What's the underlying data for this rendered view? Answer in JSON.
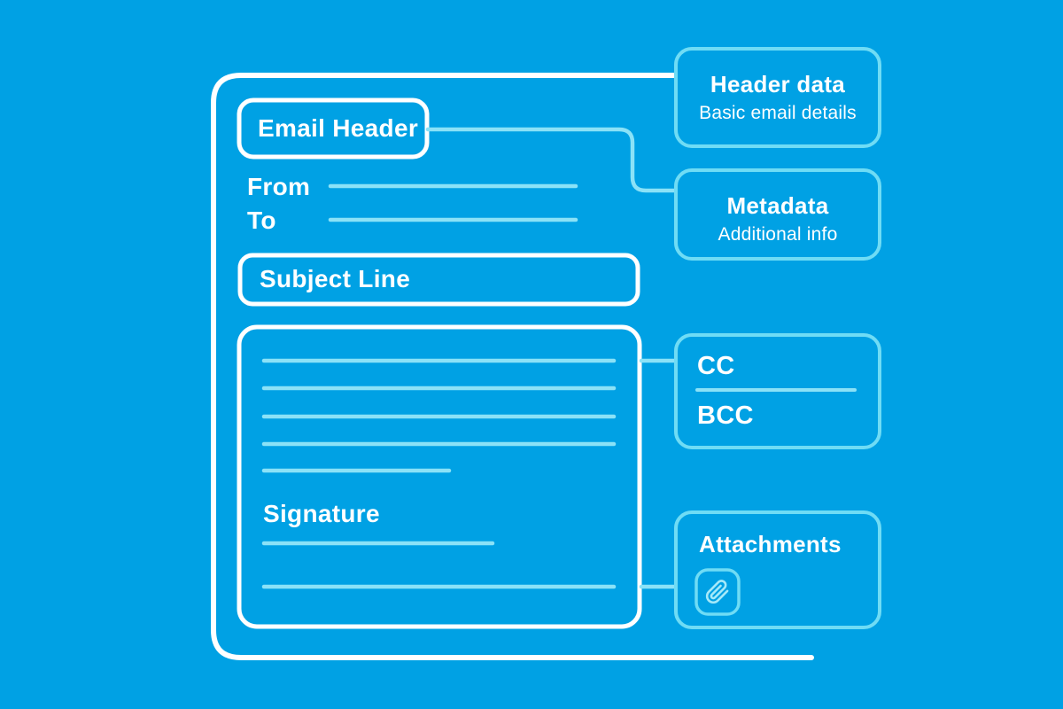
{
  "colors": {
    "background": "#00A1E4",
    "stroke_white": "#FFFFFF",
    "accent_cyan": "#8BE2F7",
    "box_border_cyan": "#6FDCF5",
    "icon_cyan": "#A5E9F9",
    "text_white": "#FFFFFF"
  },
  "email_diagram": {
    "email_header_label": "Email Header",
    "from_label": "From",
    "to_label": "To",
    "subject_label": "Subject Line",
    "signature_label": "Signature"
  },
  "side_panels": {
    "header_data": {
      "title": "Header data",
      "subtitle": "Basic email details"
    },
    "metadata": {
      "title": "Metadata",
      "subtitle": "Additional info"
    },
    "cc_bcc": {
      "cc_label": "CC",
      "bcc_label": "BCC"
    },
    "attachments": {
      "title": "Attachments",
      "icon": "paperclip-icon"
    }
  }
}
